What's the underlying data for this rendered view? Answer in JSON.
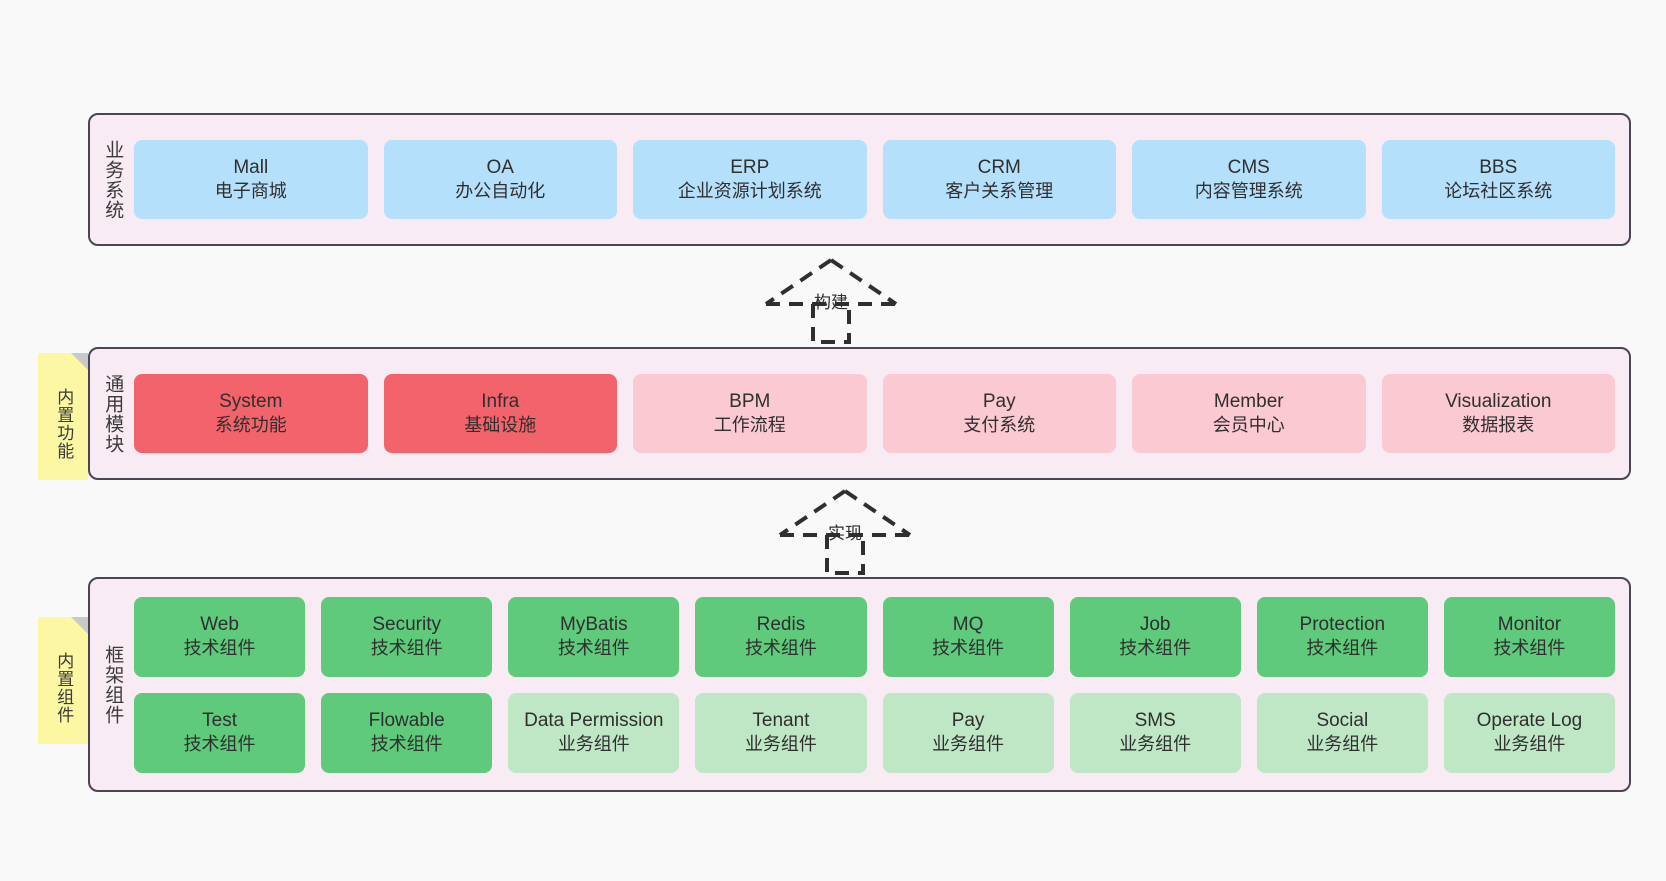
{
  "diagram": {
    "background_color": "#f9f9f9",
    "panel_color": "#f9ebf4",
    "panel_border_color": "#4a4453",
    "sticky_color": "#fbf7a3",
    "colors": {
      "business": "#b5e0fb",
      "module_core": "#f3636b",
      "module_extra": "#fbc9d1",
      "tech_component": "#5fca7b",
      "biz_component": "#bfe7c6"
    }
  },
  "layers": {
    "business": {
      "title": "业务系统",
      "cards": [
        {
          "title": "Mall",
          "subtitle": "电子商城"
        },
        {
          "title": "OA",
          "subtitle": "办公自动化"
        },
        {
          "title": "ERP",
          "subtitle": "企业资源计划系统"
        },
        {
          "title": "CRM",
          "subtitle": "客户关系管理"
        },
        {
          "title": "CMS",
          "subtitle": "内容管理系统"
        },
        {
          "title": "BBS",
          "subtitle": "论坛社区系统"
        }
      ]
    },
    "modules": {
      "title": "通用模块",
      "sticky": "内置功能",
      "cards": [
        {
          "title": "System",
          "subtitle": "系统功能",
          "tone": "core"
        },
        {
          "title": "Infra",
          "subtitle": "基础设施",
          "tone": "core"
        },
        {
          "title": "BPM",
          "subtitle": "工作流程",
          "tone": "extra"
        },
        {
          "title": "Pay",
          "subtitle": "支付系统",
          "tone": "extra"
        },
        {
          "title": "Member",
          "subtitle": "会员中心",
          "tone": "extra"
        },
        {
          "title": "Visualization",
          "subtitle": "数据报表",
          "tone": "extra"
        }
      ]
    },
    "framework": {
      "title": "框架组件",
      "sticky": "内置组件",
      "row_tech": [
        {
          "title": "Web",
          "subtitle": "技术组件"
        },
        {
          "title": "Security",
          "subtitle": "技术组件"
        },
        {
          "title": "MyBatis",
          "subtitle": "技术组件"
        },
        {
          "title": "Redis",
          "subtitle": "技术组件"
        },
        {
          "title": "MQ",
          "subtitle": "技术组件"
        },
        {
          "title": "Job",
          "subtitle": "技术组件"
        },
        {
          "title": "Protection",
          "subtitle": "技术组件"
        },
        {
          "title": "Monitor",
          "subtitle": "技术组件"
        }
      ],
      "row_biz": [
        {
          "title": "Test",
          "subtitle": "技术组件",
          "tone": "tech"
        },
        {
          "title": "Flowable",
          "subtitle": "技术组件",
          "tone": "tech"
        },
        {
          "title": "Data Permission",
          "subtitle": "业务组件",
          "tone": "biz"
        },
        {
          "title": "Tenant",
          "subtitle": "业务组件",
          "tone": "biz"
        },
        {
          "title": "Pay",
          "subtitle": "业务组件",
          "tone": "biz"
        },
        {
          "title": "SMS",
          "subtitle": "业务组件",
          "tone": "biz"
        },
        {
          "title": "Social",
          "subtitle": "业务组件",
          "tone": "biz"
        },
        {
          "title": "Operate Log",
          "subtitle": "业务组件",
          "tone": "biz"
        }
      ]
    }
  },
  "connectors": [
    {
      "label": "构建",
      "from": "通用模块",
      "to": "业务系统",
      "style": "dashed-generalization"
    },
    {
      "label": "实现",
      "from": "框架组件",
      "to": "通用模块",
      "style": "dashed-generalization"
    }
  ]
}
